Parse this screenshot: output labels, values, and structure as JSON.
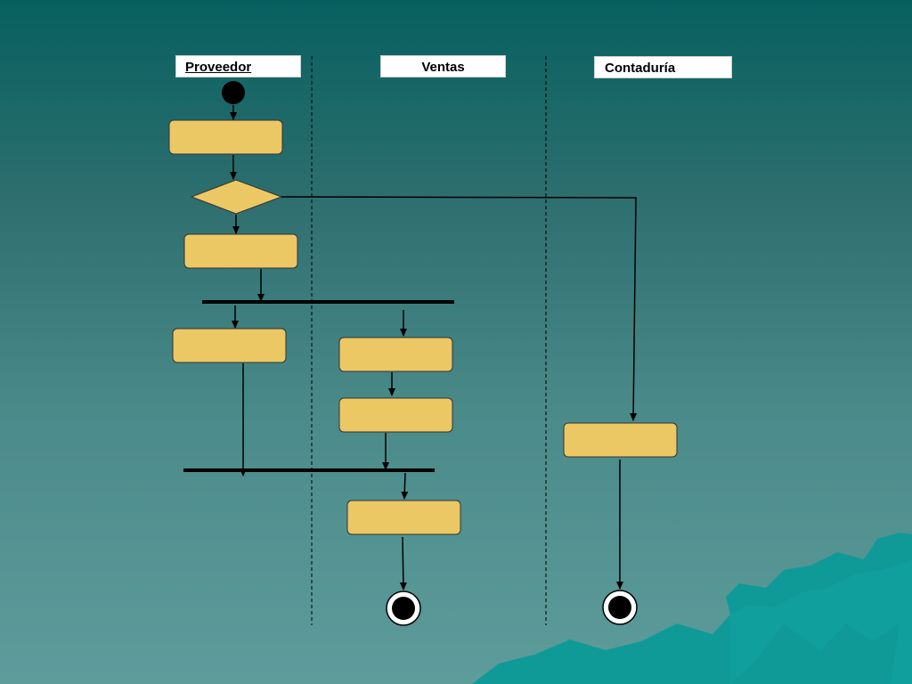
{
  "diagram": {
    "swimlanes": [
      {
        "id": "proveedor",
        "label": "Proveedor"
      },
      {
        "id": "ventas",
        "label": "Ventas"
      },
      {
        "id": "contaduria",
        "label": "Contaduría"
      }
    ]
  },
  "colors": {
    "activity_fill": "#ecc865",
    "activity_stroke": "#333333",
    "line": "#000000",
    "background_top": "#07605f",
    "background_bottom": "#5d9c9b",
    "mountain": "#0f9a98"
  }
}
